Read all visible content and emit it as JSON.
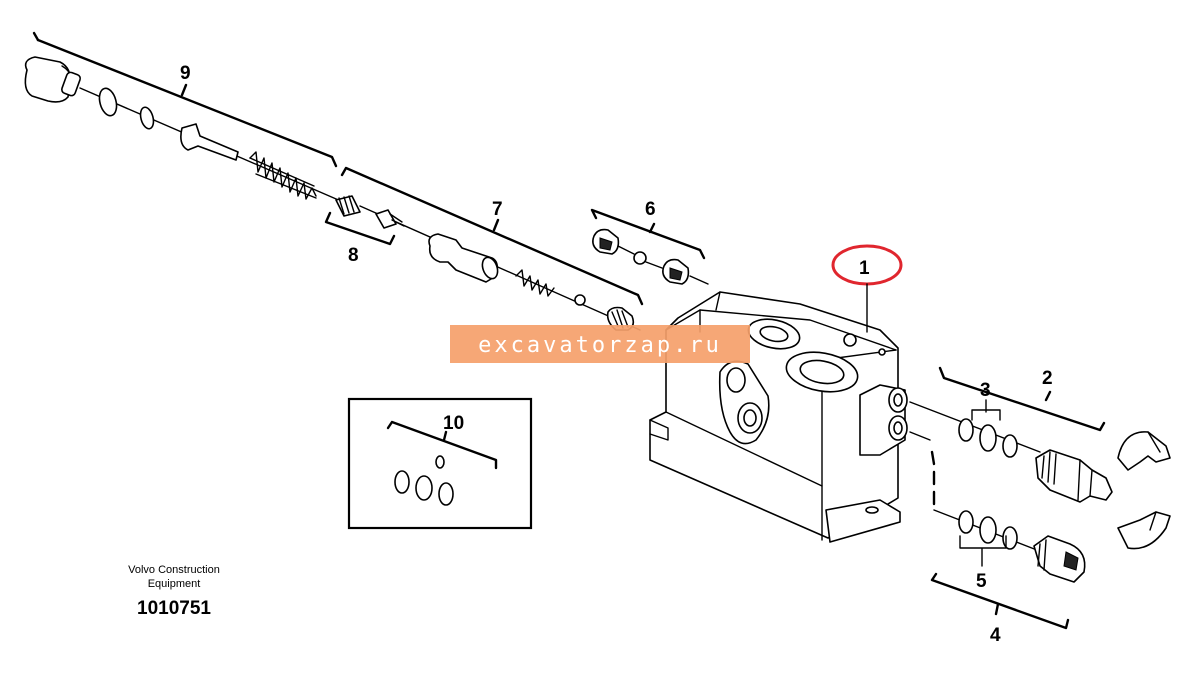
{
  "callouts": {
    "c1": "1",
    "c2": "2",
    "c3": "3",
    "c4": "4",
    "c5": "5",
    "c6": "6",
    "c7": "7",
    "c8": "8",
    "c9": "9",
    "c10": "10"
  },
  "caption": {
    "line1": "Volvo Construction",
    "line2": "Equipment",
    "part_number": "1010751"
  },
  "watermark": {
    "text": "excavatorzap.ru",
    "color": "#f5a06a"
  },
  "highlight_color": "#e0262e"
}
